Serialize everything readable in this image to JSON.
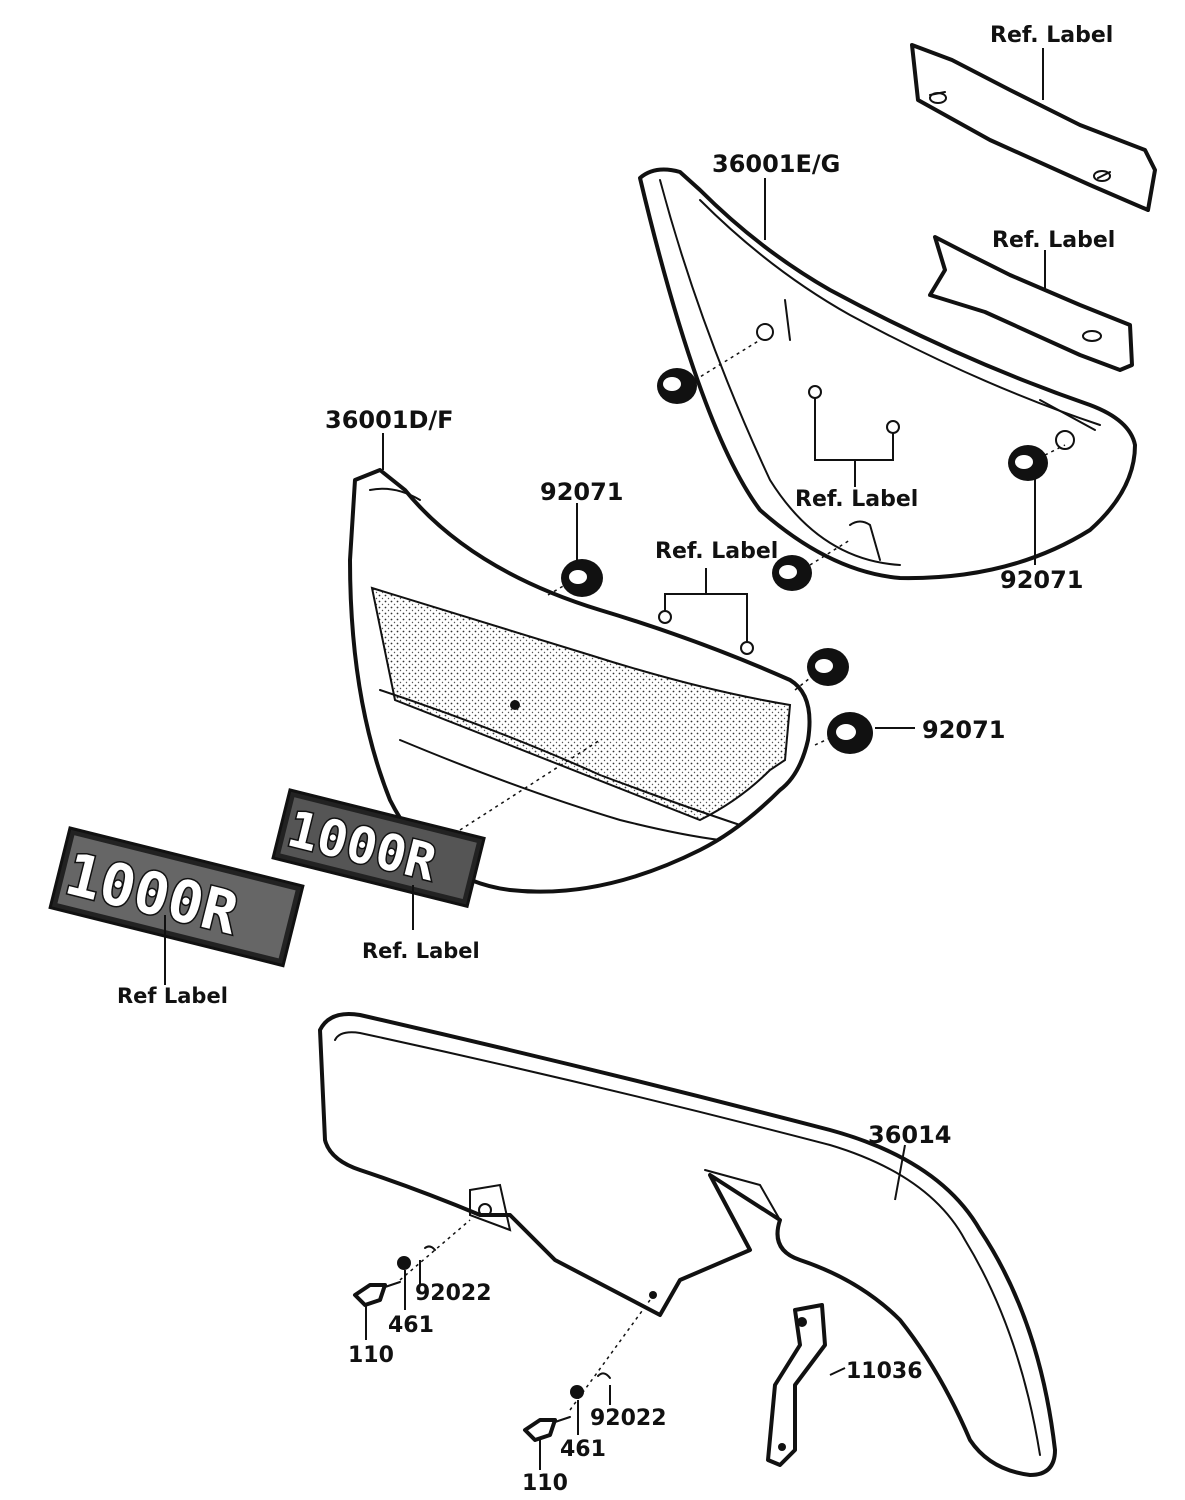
{
  "labels": {
    "ref_label_top_right_1": "Ref. Label",
    "ref_label_top_right_2": "Ref. Label",
    "cover_right_part": "36001E/G",
    "ref_label_right_center": "Ref. Label",
    "grommet_right": "92071",
    "cover_left_part": "36001D/F",
    "grommet_left_top": "92071",
    "ref_label_left_center": "Ref. Label",
    "grommet_left_side": "92071",
    "ref_label_badge_center": "Ref. Label",
    "ref_label_badge_left": "Ref Label",
    "chain_guard_part": "36014",
    "bracket_part": "11036",
    "collar_1": "92022",
    "collar_2": "92022",
    "washer_1": "461",
    "washer_2": "461",
    "bolt_1": "110",
    "bolt_2": "110"
  },
  "badges": {
    "center": "1000R",
    "left": "1000R"
  }
}
